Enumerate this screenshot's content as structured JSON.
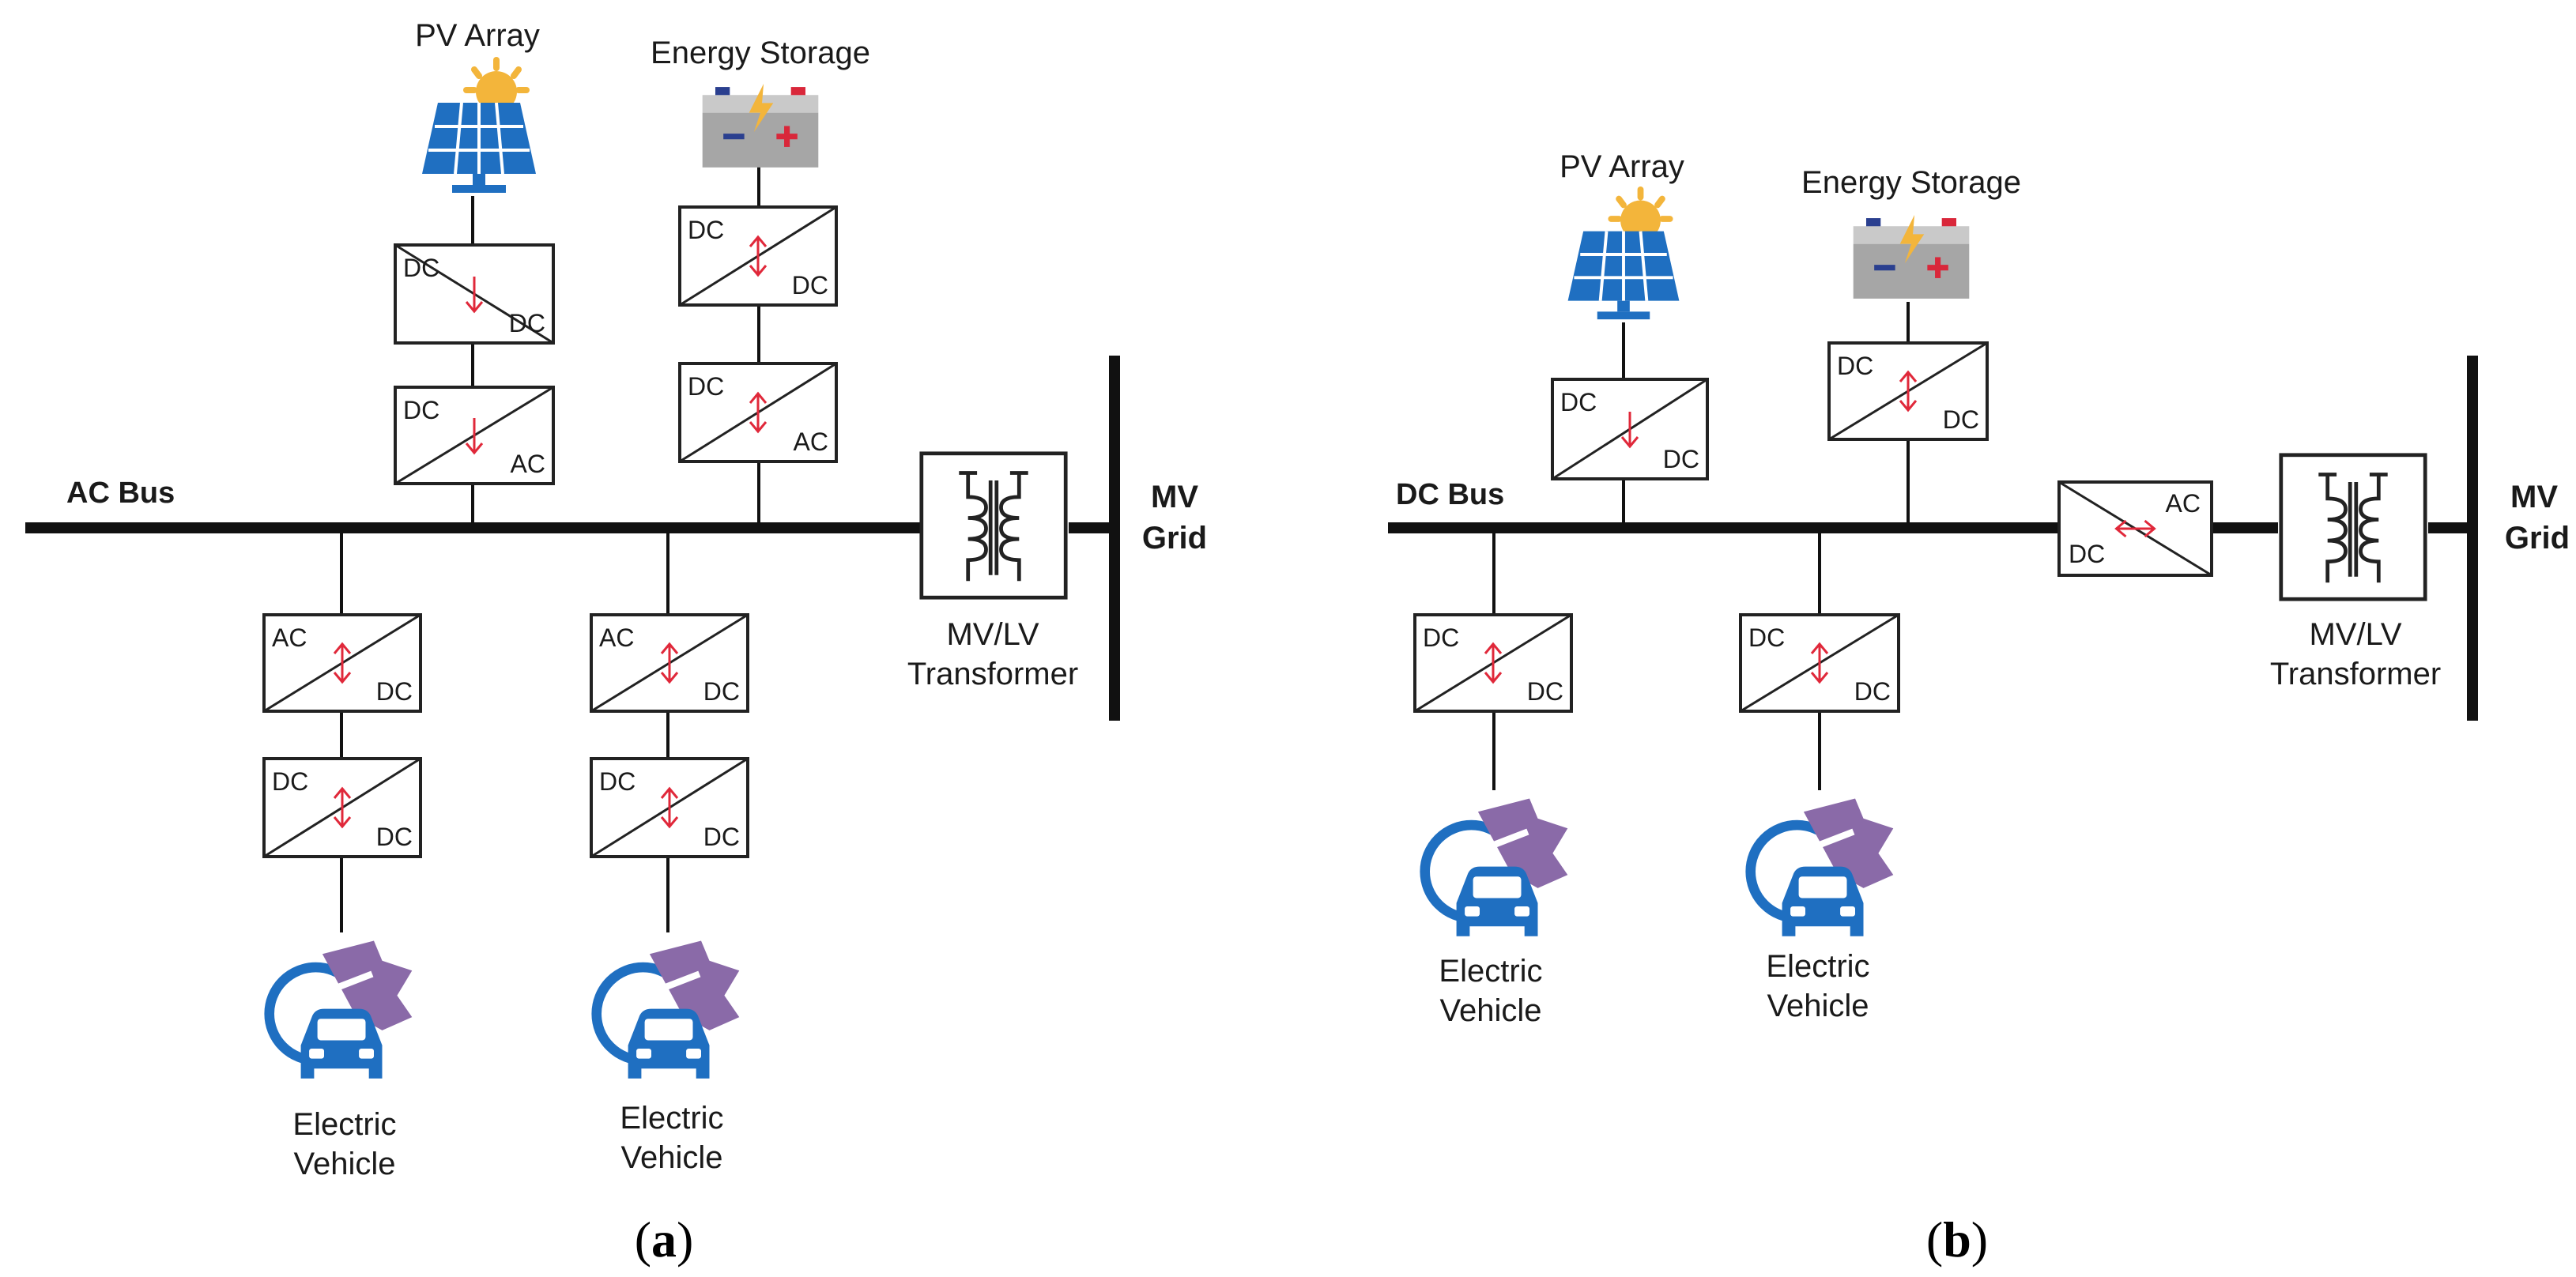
{
  "panel_a": {
    "bus_label": "AC Bus",
    "grid_label_1": "MV",
    "grid_label_2": "Grid",
    "transformer_label_1": "MV/LV",
    "transformer_label_2": "Transformer",
    "pv_label": "PV Array",
    "storage_label": "Energy Storage",
    "ev_label_1": "Electric",
    "ev_label_2": "Vehicle",
    "caption_prefix": "(",
    "caption_letter": "a",
    "caption_suffix": ")",
    "converters": {
      "pv_dcdc": {
        "in": "DC",
        "out": "DC"
      },
      "pv_dcac": {
        "in": "DC",
        "out": "AC"
      },
      "es_dcdc": {
        "in": "DC",
        "out": "DC"
      },
      "es_dcac": {
        "in": "DC",
        "out": "AC"
      },
      "ev1_acdc": {
        "in": "AC",
        "out": "DC"
      },
      "ev1_dcdc": {
        "in": "DC",
        "out": "DC"
      },
      "ev2_acdc": {
        "in": "AC",
        "out": "DC"
      },
      "ev2_dcdc": {
        "in": "DC",
        "out": "DC"
      }
    }
  },
  "panel_b": {
    "bus_label": "DC Bus",
    "grid_label_1": "MV",
    "grid_label_2": "Grid",
    "transformer_label_1": "MV/LV",
    "transformer_label_2": "Transformer",
    "pv_label": "PV Array",
    "storage_label": "Energy Storage",
    "ev_label_1": "Electric",
    "ev_label_2": "Vehicle",
    "caption_prefix": "(",
    "caption_letter": "b",
    "caption_suffix": ")",
    "converters": {
      "pv_dcdc": {
        "in": "DC",
        "out": "DC"
      },
      "es_dcdc": {
        "in": "DC",
        "out": "DC"
      },
      "ev1_dcdc": {
        "in": "DC",
        "out": "DC"
      },
      "ev2_dcdc": {
        "in": "DC",
        "out": "DC"
      },
      "grid_dcac": {
        "in": "DC",
        "out": "AC"
      }
    }
  },
  "colors": {
    "line": "#111111",
    "arrow": "#e0283a",
    "pv_blue": "#1f6fc1",
    "sun": "#f3b53b",
    "battery_gray": "#a6a6a6",
    "ev_purple": "#8a6aa8",
    "ev_blue": "#1f6fc1"
  },
  "icons": [
    "pv-panel-icon",
    "battery-icon",
    "transformer-icon",
    "ev-charger-icon",
    "arrow-down-icon",
    "arrow-updown-icon",
    "arrow-leftright-icon"
  ]
}
